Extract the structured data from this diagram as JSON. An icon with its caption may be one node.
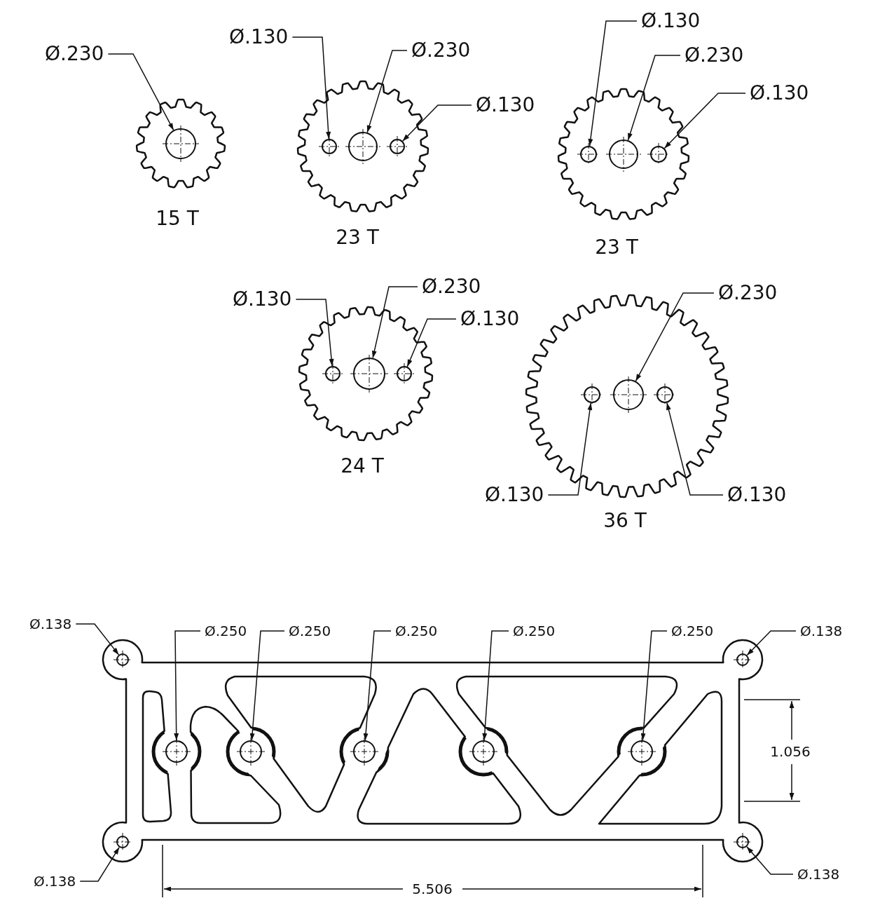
{
  "diagram": {
    "nodes": [
      {
        "text": [],
        "shape": "gear",
        "beside": [
          "15 T"
        ]
      },
      {
        "text": [],
        "shape": "circle",
        "in": 0
      },
      {
        "text": [
          "Ø.230"
        ]
      },
      {
        "text": [],
        "shape": "gear",
        "beside": [
          "23 T"
        ]
      },
      {
        "text": [],
        "shape": "circle",
        "in": 3
      },
      {
        "text": [],
        "shape": "circle",
        "in": 3
      },
      {
        "text": [],
        "shape": "circle",
        "in": 3
      },
      {
        "text": [
          "Ø.130"
        ]
      },
      {
        "text": [
          "Ø.230"
        ]
      },
      {
        "text": [
          "Ø.130"
        ]
      },
      {
        "text": [],
        "shape": "gear",
        "beside": [
          "23 T"
        ]
      },
      {
        "text": [],
        "shape": "circle",
        "in": 10
      },
      {
        "text": [],
        "shape": "circle",
        "in": 10
      },
      {
        "text": [],
        "shape": "circle",
        "in": 10
      },
      {
        "text": [
          "Ø.130"
        ]
      },
      {
        "text": [
          "Ø.230"
        ]
      },
      {
        "text": [
          "Ø.130"
        ]
      },
      {
        "text": [],
        "shape": "gear",
        "beside": [
          "24 T"
        ]
      },
      {
        "text": [],
        "shape": "circle",
        "in": 17
      },
      {
        "text": [],
        "shape": "circle",
        "in": 17
      },
      {
        "text": [],
        "shape": "circle",
        "in": 17
      },
      {
        "text": [
          "Ø.130"
        ]
      },
      {
        "text": [
          "Ø.230"
        ]
      },
      {
        "text": [
          "Ø.130"
        ]
      },
      {
        "text": [],
        "shape": "gear",
        "beside": [
          "36 T"
        ]
      },
      {
        "text": [],
        "shape": "circle",
        "in": 24
      },
      {
        "text": [],
        "shape": "circle",
        "in": 24
      },
      {
        "text": [],
        "shape": "circle",
        "in": 24
      },
      {
        "text": [
          "Ø.230"
        ]
      },
      {
        "text": [
          "Ø.130"
        ]
      },
      {
        "text": [
          "Ø.130"
        ]
      },
      {
        "text": [],
        "shape": "plate"
      },
      {
        "text": [],
        "shape": "circle",
        "in": 31
      },
      {
        "text": [],
        "shape": "circle",
        "in": 31
      },
      {
        "text": [],
        "shape": "circle",
        "in": 31
      },
      {
        "text": [],
        "shape": "circle",
        "in": 31
      },
      {
        "text": [],
        "shape": "circle",
        "in": 31
      },
      {
        "text": [],
        "shape": "circle",
        "in": 31
      },
      {
        "text": [],
        "shape": "circle",
        "in": 31
      },
      {
        "text": [],
        "shape": "circle",
        "in": 31
      },
      {
        "text": [],
        "shape": "circle",
        "in": 31
      },
      {
        "text": [
          "Ø.138"
        ]
      },
      {
        "text": [
          "Ø.138"
        ]
      },
      {
        "text": [
          "Ø.138"
        ]
      },
      {
        "text": [
          "Ø.138"
        ]
      },
      {
        "text": [
          "Ø.250"
        ]
      },
      {
        "text": [
          "Ø.250"
        ]
      },
      {
        "text": [
          "Ø.250"
        ]
      },
      {
        "text": [
          "Ø.250"
        ]
      },
      {
        "text": [
          "Ø.250"
        ]
      }
    ],
    "edges": [
      {
        "from": 2,
        "to": 1,
        "arrow": "to"
      },
      {
        "from": 7,
        "to": 4,
        "arrow": "to"
      },
      {
        "from": 8,
        "to": 5,
        "arrow": "to"
      },
      {
        "from": 9,
        "to": 6,
        "arrow": "to"
      },
      {
        "from": 14,
        "to": 11,
        "arrow": "to"
      },
      {
        "from": 15,
        "to": 12,
        "arrow": "to"
      },
      {
        "from": 16,
        "to": 13,
        "arrow": "to"
      },
      {
        "from": 21,
        "to": 18,
        "arrow": "to"
      },
      {
        "from": 22,
        "to": 19,
        "arrow": "to"
      },
      {
        "from": 23,
        "to": 20,
        "arrow": "to"
      },
      {
        "from": 28,
        "to": 26,
        "arrow": "to"
      },
      {
        "from": 29,
        "to": 25,
        "arrow": "to"
      },
      {
        "from": 30,
        "to": 27,
        "arrow": "to"
      },
      {
        "from": 41,
        "to": 32,
        "arrow": "to"
      },
      {
        "from": 42,
        "to": 33,
        "arrow": "to"
      },
      {
        "from": 43,
        "to": 34,
        "arrow": "to"
      },
      {
        "from": 44,
        "to": 35,
        "arrow": "to"
      },
      {
        "from": 45,
        "to": 36,
        "arrow": "to"
      },
      {
        "from": 46,
        "to": 37,
        "arrow": "to"
      },
      {
        "from": 47,
        "to": 38,
        "arrow": "to"
      },
      {
        "from": 48,
        "to": 39,
        "arrow": "to"
      },
      {
        "from": 49,
        "to": 40,
        "arrow": "to"
      }
    ],
    "labels": [
      "1.056",
      "5.506"
    ]
  }
}
